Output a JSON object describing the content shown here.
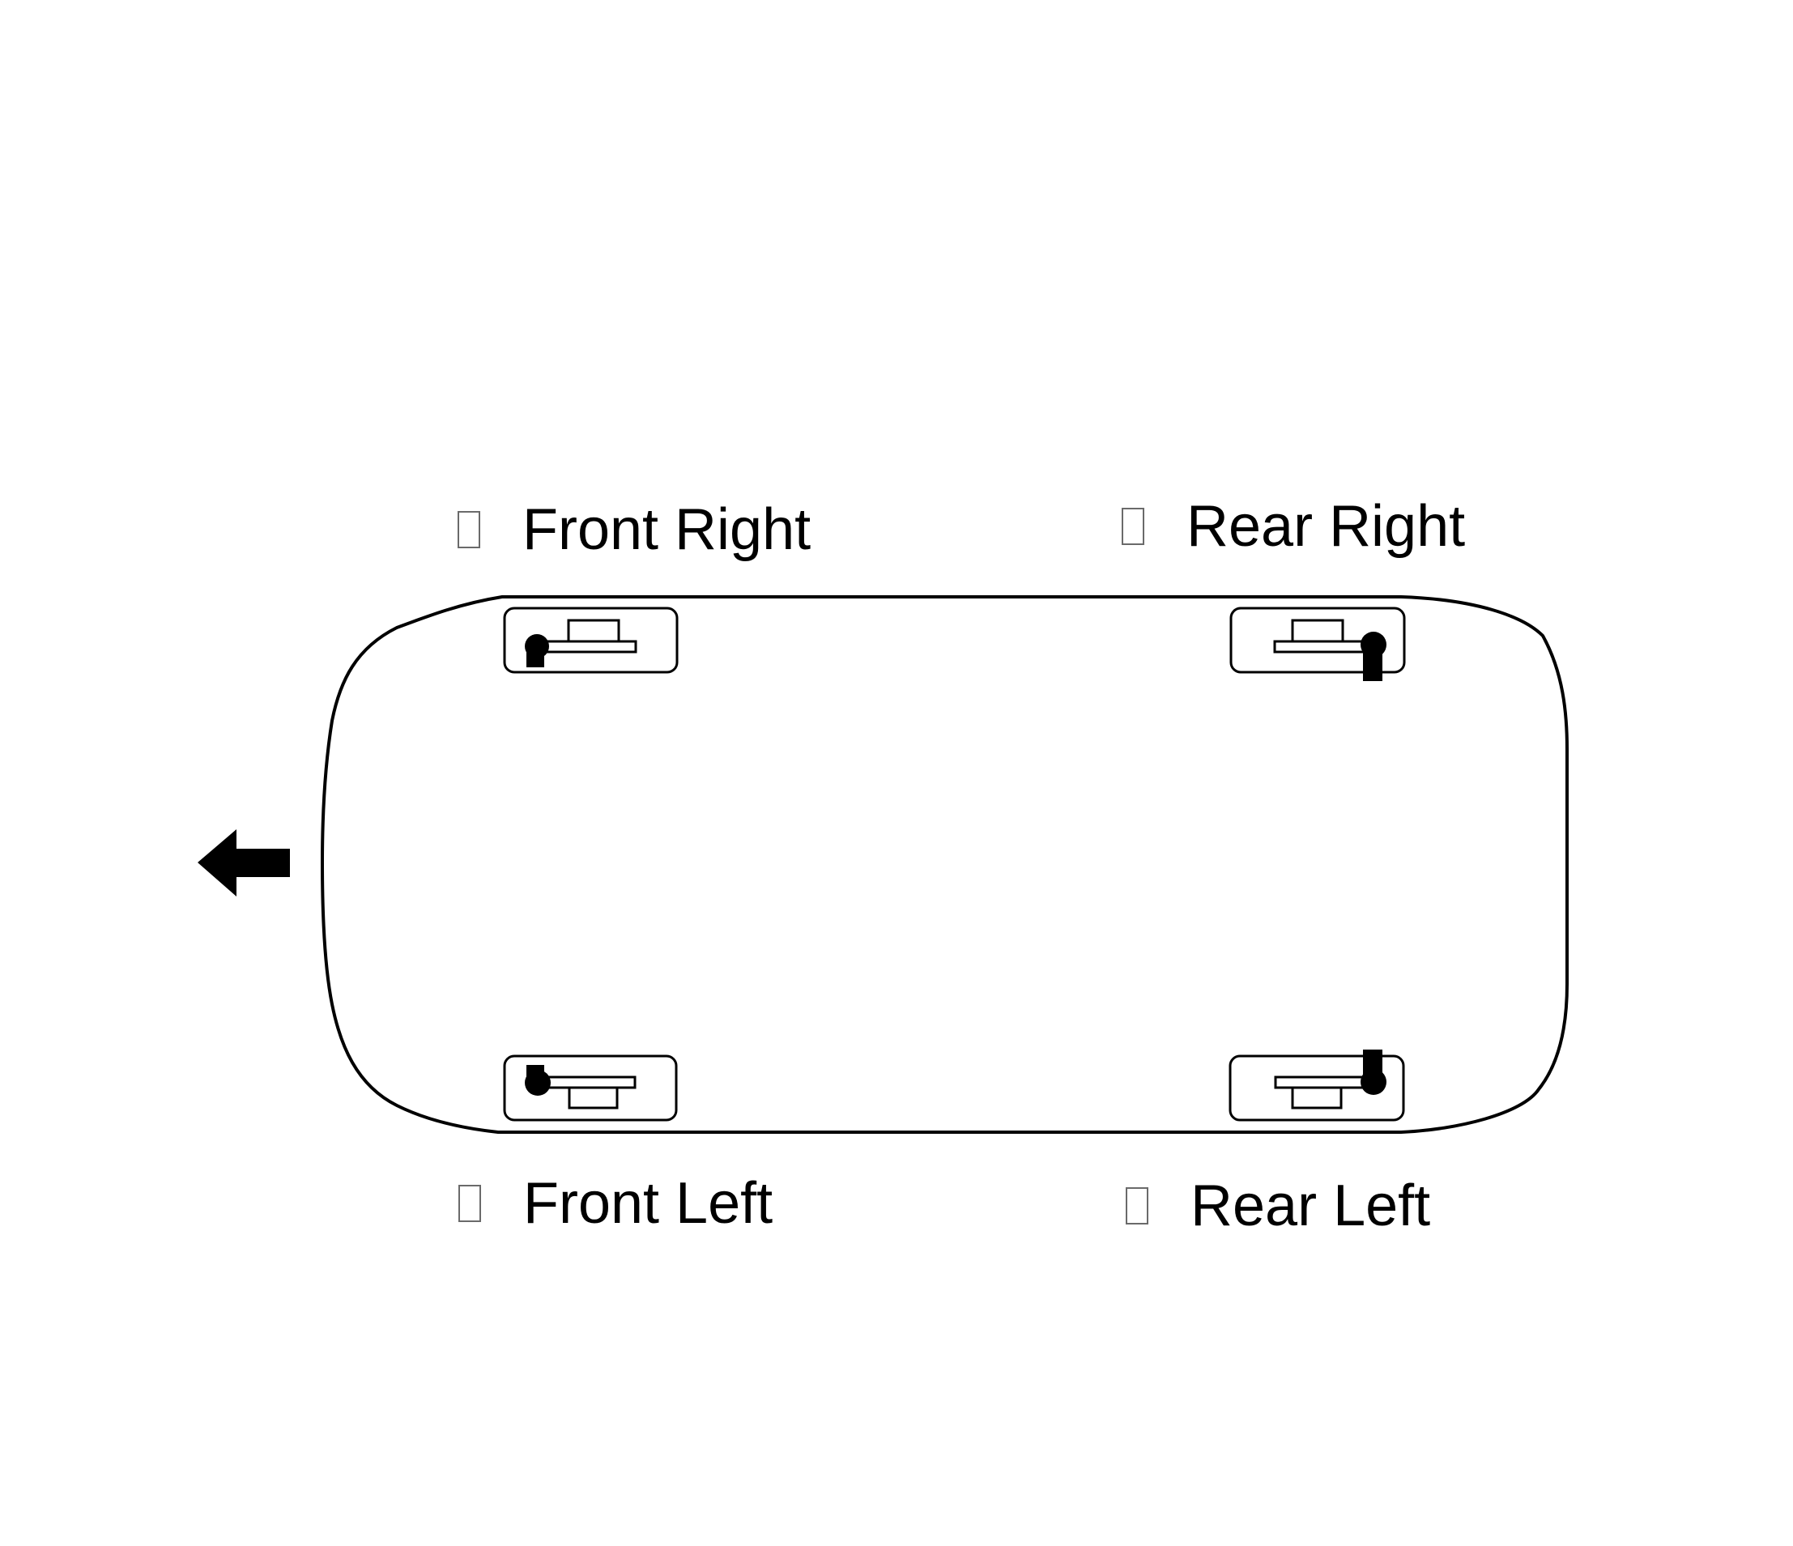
{
  "diagram": {
    "labels": {
      "front_right": "Front Right",
      "rear_right": "Rear Right",
      "front_left": "Front Left",
      "rear_left": "Rear Left"
    },
    "checkboxes": {
      "front_right": false,
      "rear_right": false,
      "front_left": false,
      "rear_left": false
    },
    "direction_arrow": "left",
    "colors": {
      "stroke": "#000000",
      "background": "#ffffff"
    }
  }
}
